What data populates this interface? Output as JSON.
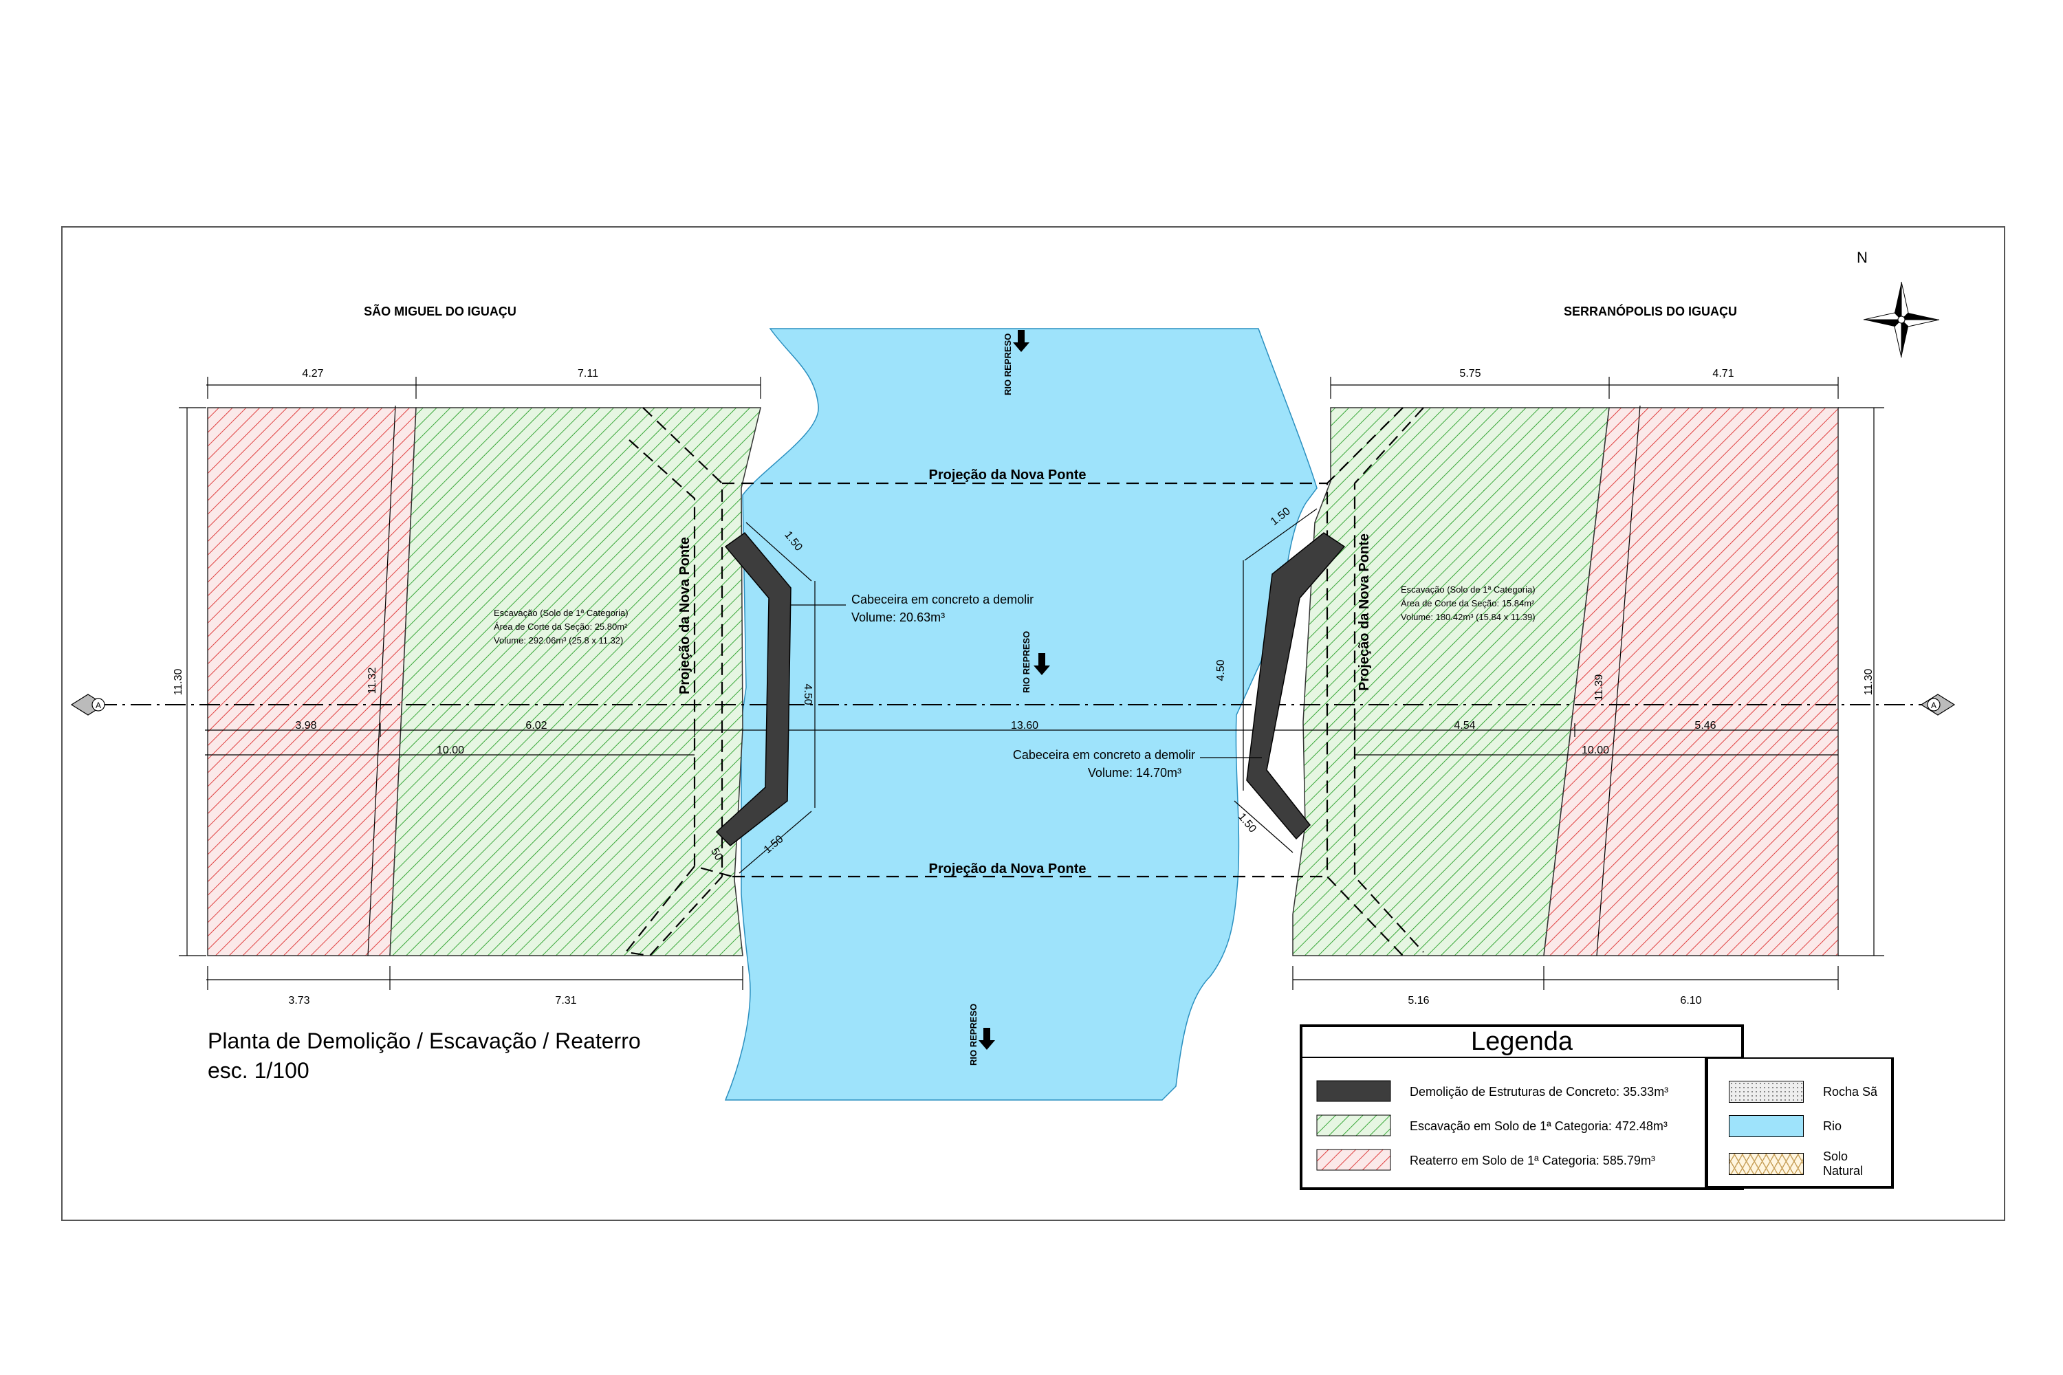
{
  "colors": {
    "water": "#9ee3fb",
    "concrete": "#3d3d3d",
    "excavation_hatch": "#3aa83a",
    "excavation_bg": "#e6f6e2",
    "fill_hatch": "#e04040",
    "fill_bg": "#fbe9e9",
    "rock_bg": "#eeeeee",
    "soil_hatch": "#c9a35e",
    "soil_bg": "#fff6e0"
  },
  "cities": {
    "left": "SÃO MIGUEL DO IGUAÇU",
    "right": "SERRANÓPOLIS DO IGUAÇU"
  },
  "north_label": "N",
  "section_mark": "A",
  "river_labels": {
    "top": "RIO REPRESO",
    "mid": "RIO REPRESO",
    "bottom": "RIO REPRESO"
  },
  "projection_labels": {
    "top": "Projeção da Nova Ponte",
    "bottom": "Projeção da Nova Ponte",
    "left_vertical": "Projeção da Nova Ponte",
    "right_vertical": "Projeção da Nova Ponte"
  },
  "headwalls": {
    "left": {
      "line1": "Cabeceira em concreto a demolir",
      "line2": "Volume: 20.63m³"
    },
    "right": {
      "line1": "Cabeceira em concreto a demolir",
      "line2": "Volume: 14.70m³"
    }
  },
  "excavation_notes": {
    "left": {
      "line1": "Escavação (Solo de 1ª Categoria)",
      "line2": "Área de Corte da Seção: 25.80m²",
      "line3": "Volume: 292.06m³ (25.8 x 11.32)"
    },
    "right": {
      "line1": "Escavação (Solo de 1ª Categoria)",
      "line2": "Área de Corte da Seção: 15.84m²",
      "line3": "Volume: 180.42m³ (15.84 x 11.39)"
    }
  },
  "dimensions": {
    "left_top_1": "4.27",
    "left_top_2": "7.11",
    "right_top_1": "5.75",
    "right_top_2": "4.71",
    "left_bottom_1": "3.73",
    "left_bottom_2": "7.31",
    "right_bottom_1": "5.16",
    "right_bottom_2": "6.10",
    "left_height": "11.30",
    "right_height": "11.30",
    "left_inner_height": "11.32",
    "right_inner_height": "11.39",
    "mid_left_1": "3.98",
    "mid_left_2": "6.02",
    "mid_span": "13.60",
    "mid_right_1": "4.54",
    "mid_right_2": "5.46",
    "left_10": "10.00",
    "right_10": "10.00",
    "lh_150_top": "1.50",
    "lh_450": "4.50",
    "lh_150_bottom": "1.50",
    "lh_50": "50",
    "rh_150_top": "1.50",
    "rh_450": "4.50",
    "rh_150_bottom": "1.50"
  },
  "plan_title": {
    "line1": "Planta de Demolição / Escavação / Reaterro",
    "line2": "esc. 1/100"
  },
  "legend": {
    "title": "Legenda",
    "items": [
      {
        "label": "Demolição de Estruturas de Concreto: 35.33m³",
        "swatch": "concrete"
      },
      {
        "label": "Escavação em Solo de 1ª Categoria: 472.48m³",
        "swatch": "excavation"
      },
      {
        "label": "Reaterro em Solo de 1ª Categoria: 585.79m³",
        "swatch": "fill"
      },
      {
        "label": "Rocha Sã",
        "swatch": "rock"
      },
      {
        "label": "Rio",
        "swatch": "water"
      },
      {
        "label": "Solo Natural",
        "swatch": "soil"
      }
    ]
  }
}
